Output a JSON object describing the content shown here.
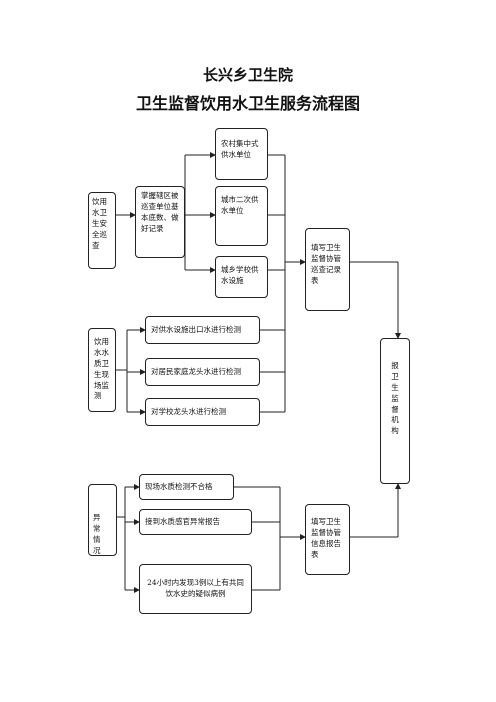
{
  "header": {
    "title": "长兴乡卫生院",
    "subtitle": "卫生监督饮用水卫生服务流程图"
  },
  "nodes": {
    "safety_check": "饮用水卫生安全巡查",
    "grasp_units": "掌握辖区被巡查单位基本底数、做好记录",
    "rural_supply": "农村集中式供水单位",
    "urban_secondary": "城市二次供水单位",
    "school_supply": "城乡学校供水设施",
    "fill_inspection": "填写卫生监督协管巡查记录表",
    "site_monitoring": "饮用水水质卫生现场监测",
    "test_outlet": "对供水设施出口水进行检测",
    "test_resident": "对居民家庭龙头水进行检测",
    "test_school": "对学校龙头水进行检测",
    "report_org": "报卫生监督机构",
    "abnormal_report": "异常情况报告",
    "site_fail": "现场水质检测不合格",
    "sensory_abnormal": "接到水质感官异常报告",
    "cases_24h": "24小时内发现3例以上有共同饮水史的疑似病例",
    "fill_info": "填写卫生监督协管信息报告表"
  }
}
